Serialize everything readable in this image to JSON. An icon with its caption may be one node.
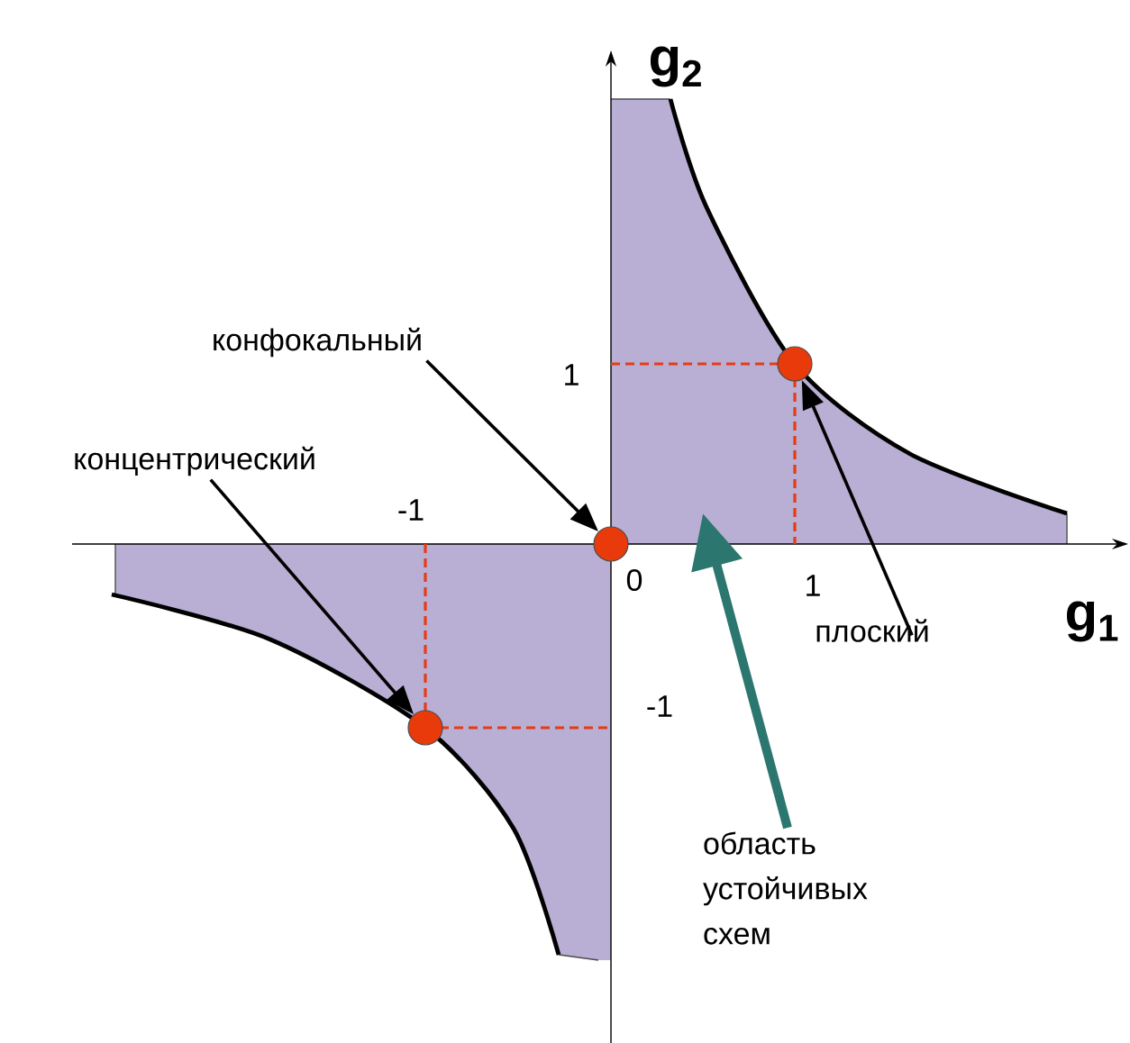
{
  "diagram": {
    "nodes": [
      {
        "text": [
          "конфокальный"
        ]
      },
      {
        "text": [],
        "shape": "circle"
      },
      {
        "text": [
          "концентрический"
        ]
      },
      {
        "text": [],
        "shape": "circle"
      },
      {
        "text": [
          "плоский"
        ]
      },
      {
        "text": [],
        "shape": "circle"
      },
      {
        "text": [
          "область устойчивых схем"
        ]
      }
    ],
    "edges": [
      {
        "from": 0,
        "to": 1,
        "arrow": "to"
      },
      {
        "from": 2,
        "to": 3,
        "arrow": "to"
      },
      {
        "from": 4,
        "to": 5,
        "arrow": "to"
      },
      {
        "from": 6,
        "to": null,
        "arrow": "to",
        "style": "thick",
        "color": "#2b766e"
      }
    ],
    "labels": [
      "g$_{2}$",
      "1",
      "-1",
      "0",
      "1",
      "g$_{1}$",
      "-1"
    ]
  }
}
